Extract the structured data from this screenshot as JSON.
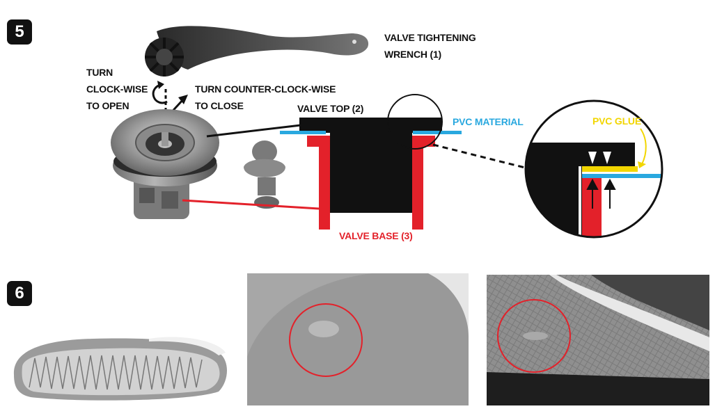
{
  "step5": {
    "badge": "5",
    "wrench_label": "VALVE TIGHTENING\nWRENCH (1)",
    "turn_open_label": "TURN\nCLOCK-WISE\nTO OPEN",
    "turn_close_label": "TURN COUNTER-CLOCK-WISE\nTO CLOSE",
    "valve_top_label": "VALVE TOP (2)",
    "pvc_material_label": "PVC MATERIAL",
    "valve_base_label": "VALVE BASE (3)",
    "pvc_glue_label": "PVC GLUE"
  },
  "step6": {
    "badge": "6"
  },
  "colors": {
    "red": "#e3212a",
    "blue": "#29a8df",
    "yellow": "#f2d600",
    "black": "#111111"
  }
}
